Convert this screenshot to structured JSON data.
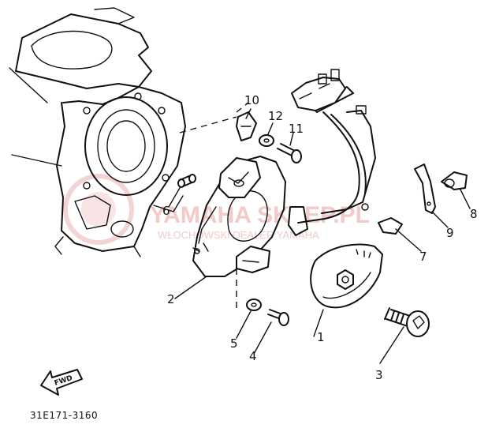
{
  "diagram": {
    "part_code": "31E171-3160",
    "fwd_label": "FWD",
    "watermark_main": "YAMAHA SKLEP.PL",
    "watermark_sub": "WŁOCHOWSKI DEALER YAMAHA",
    "callouts": [
      "1",
      "2",
      "3",
      "4",
      "5",
      "6",
      "7",
      "8",
      "9",
      "10",
      "11",
      "12"
    ]
  }
}
